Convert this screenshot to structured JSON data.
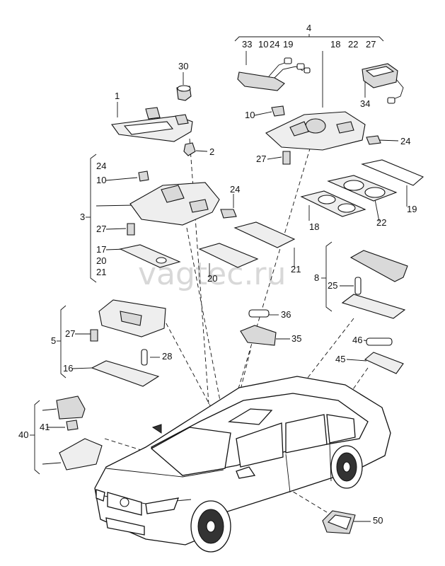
{
  "watermark": "vagtec.ru",
  "callouts": {
    "c1": "1",
    "c2": "2",
    "c3": "3",
    "c4": "4",
    "c5": "5",
    "c8": "8",
    "c10a": "10",
    "c10b": "10",
    "c10c": "10",
    "c16": "16",
    "c17": "17",
    "c18a": "18",
    "c18b": "18",
    "c19a": "19",
    "c19b": "19",
    "c20a": "20",
    "c20b": "20",
    "c21a": "21",
    "c21b": "21",
    "c22a": "22",
    "c22b": "22",
    "c24a": "24",
    "c24b": "24",
    "c24c": "24",
    "c24d": "24",
    "c25": "25",
    "c27a": "27",
    "c27b": "27",
    "c27c": "27",
    "c27d": "27",
    "c28": "28",
    "c30": "30",
    "c33": "33",
    "c34": "34",
    "c35": "35",
    "c36": "36",
    "c40": "40",
    "c41": "41",
    "c45": "45",
    "c46": "46",
    "c50": "50"
  }
}
